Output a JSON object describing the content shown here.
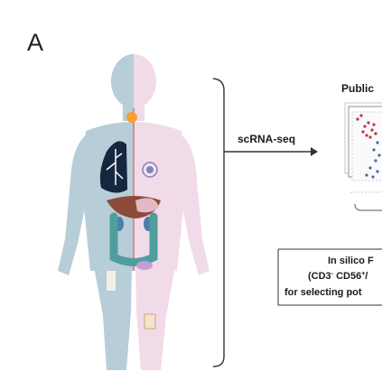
{
  "panel_label": "A",
  "arrow_label": "scRNA-seq",
  "right_header": "Public",
  "box": {
    "line1": "In silico F",
    "line2_prefix": "(CD3",
    "line2_sup1": "-",
    "line2_mid": " CD56",
    "line2_sup2": "+",
    "line2_suffix": "/",
    "line3": "for selecting pot"
  },
  "colors": {
    "body_left": "#b7cdd7",
    "body_right": "#f2dbe9",
    "lung": "#15263f",
    "lung_vessels": "#ffffff",
    "thyroid": "#f6a12e",
    "liver": "#8d4a3a",
    "stomach": "#e4b8c6",
    "colon": "#4f9e9d",
    "kidney": "#4d7ea8",
    "bladder": "#c79bd6",
    "scatter_red": "#c0304a",
    "scatter_blue": "#3d6db0"
  }
}
